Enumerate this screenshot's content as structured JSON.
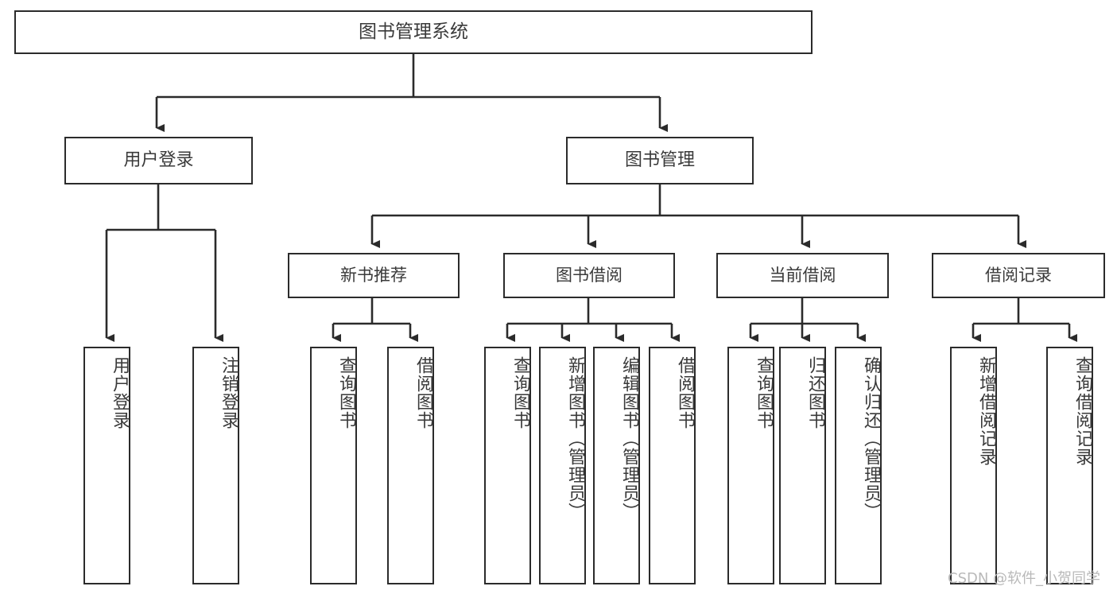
{
  "diagram": {
    "title": "图书管理系统",
    "type": "tree-hierarchy-chart",
    "watermark": "CSDN @软件_小贺同学",
    "colors": {
      "stroke": "#2b2b2b",
      "text": "#3a3a3a",
      "background": "#ffffff",
      "watermark": "#b9b9b9"
    },
    "root": {
      "label": "图书管理系统"
    },
    "level1": [
      {
        "label": "用户登录"
      },
      {
        "label": "图书管理"
      }
    ],
    "level2": [
      {
        "label": "新书推荐"
      },
      {
        "label": "图书借阅"
      },
      {
        "label": "当前借阅"
      },
      {
        "label": "借阅记录"
      }
    ],
    "leaves": {
      "user_login": [
        {
          "label": "用户登录"
        },
        {
          "label": "注销登录"
        }
      ],
      "new_book_recommend": [
        {
          "label": "查询图书"
        },
        {
          "label": "借阅图书"
        }
      ],
      "book_borrow": [
        {
          "label": "查询图书"
        },
        {
          "label": "新增图书（管理员）"
        },
        {
          "label": "编辑图书（管理员）"
        },
        {
          "label": "借阅图书"
        }
      ],
      "current_borrow": [
        {
          "label": "查询图书"
        },
        {
          "label": "归还图书"
        },
        {
          "label": "确认归还（管理员）"
        }
      ],
      "borrow_record": [
        {
          "label": "新增借阅记录"
        },
        {
          "label": "查询借阅记录"
        }
      ]
    }
  }
}
